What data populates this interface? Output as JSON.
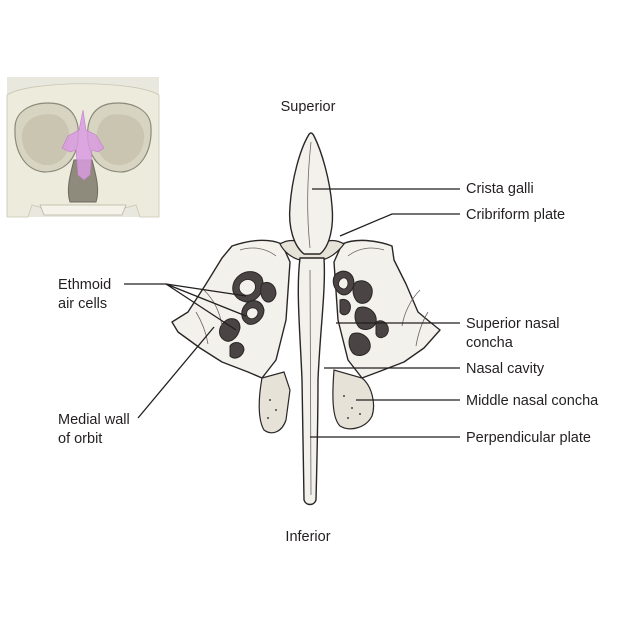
{
  "orientation": {
    "top": "Superior",
    "bottom": "Inferior"
  },
  "labels": {
    "crista_galli": "Crista galli",
    "cribriform_plate": "Cribriform plate",
    "superior_nasal_concha_line1": "Superior nasal",
    "superior_nasal_concha_line2": "concha",
    "nasal_cavity": "Nasal cavity",
    "middle_nasal_concha": "Middle nasal concha",
    "perpendicular_plate": "Perpendicular plate",
    "ethmoid_air_cells_line1": "Ethmoid",
    "ethmoid_air_cells_line2": "air cells",
    "medial_wall_line1": "Medial wall",
    "medial_wall_line2": "of orbit"
  },
  "colors": {
    "highlight": "#d99be0",
    "skull": "#ecebdc",
    "bone_fill": "#f3f1eb",
    "line": "#231f20"
  }
}
